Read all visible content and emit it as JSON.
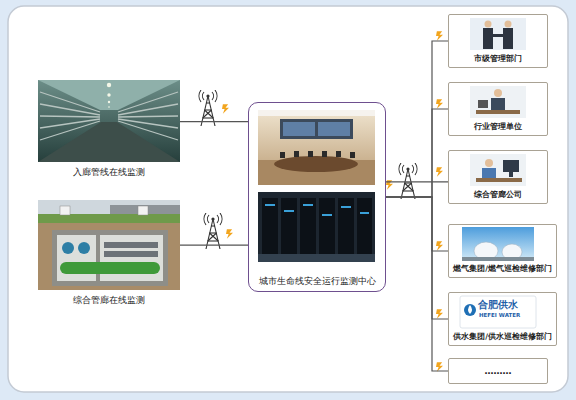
{
  "diagram": {
    "nodes": [
      {
        "text": [
          "入廊管线在线监测"
        ]
      },
      {
        "text": [
          "综合管廊在线监测"
        ]
      },
      {
        "text": [
          "城市生命线安全运行监测中心"
        ]
      },
      {
        "text": [
          "市级管理部门"
        ]
      },
      {
        "text": [
          "行业管理单位"
        ]
      },
      {
        "text": [
          "综合管廊公司"
        ]
      },
      {
        "text": [
          "燃气集团/燃气巡检维修部门"
        ]
      },
      {
        "text": [
          "供水集团/供水巡检维修部门"
        ]
      },
      {
        "text": [
          "………"
        ]
      }
    ],
    "edges": [
      {
        "from": 0,
        "to": 2,
        "arrow": "none"
      },
      {
        "from": 1,
        "to": 2,
        "arrow": "none"
      },
      {
        "from": 2,
        "to": 3,
        "arrow": "none"
      },
      {
        "from": 2,
        "to": 4,
        "arrow": "none"
      },
      {
        "from": 2,
        "to": 5,
        "arrow": "none"
      },
      {
        "from": 2,
        "to": 6,
        "arrow": "none"
      },
      {
        "from": 2,
        "to": 7,
        "arrow": "none"
      },
      {
        "from": 2,
        "to": 8,
        "arrow": "none"
      }
    ],
    "labels": [
      "合肥供水",
      "HEFEI WATER"
    ]
  }
}
